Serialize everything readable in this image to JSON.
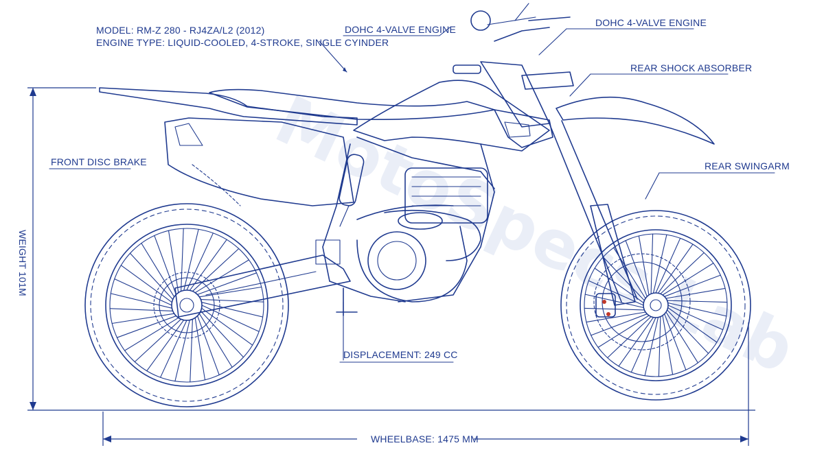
{
  "colors": {
    "ink": "#1f3a8f",
    "paper": "#ffffff",
    "accent": "#c0392b"
  },
  "specs": {
    "model": "MODEL: RM-Z 280 - RJ4ZA/L2 (2012)",
    "engine_type": "ENGINE TYPE: LIQUID-COOLED, 4-STROKE, SINGLE CYINDER"
  },
  "callouts": {
    "dohc_left": "DOHC 4-VALVE ENGINE",
    "dohc_right": "DOHC 4-VALVE ENGINE",
    "rear_shock": "REAR SHOCK ABSORBER",
    "front_brake": "FRONT DISC BRAKE",
    "rear_swingarm": "REAR SWINGARM",
    "displacement": "DISPLACEMENT: 249 CC"
  },
  "dimensions": {
    "height": "WEIGHT 101M",
    "wheelbase": "WHEELBASE: 1475 MM"
  },
  "watermark": "MotoSpecs Lab"
}
